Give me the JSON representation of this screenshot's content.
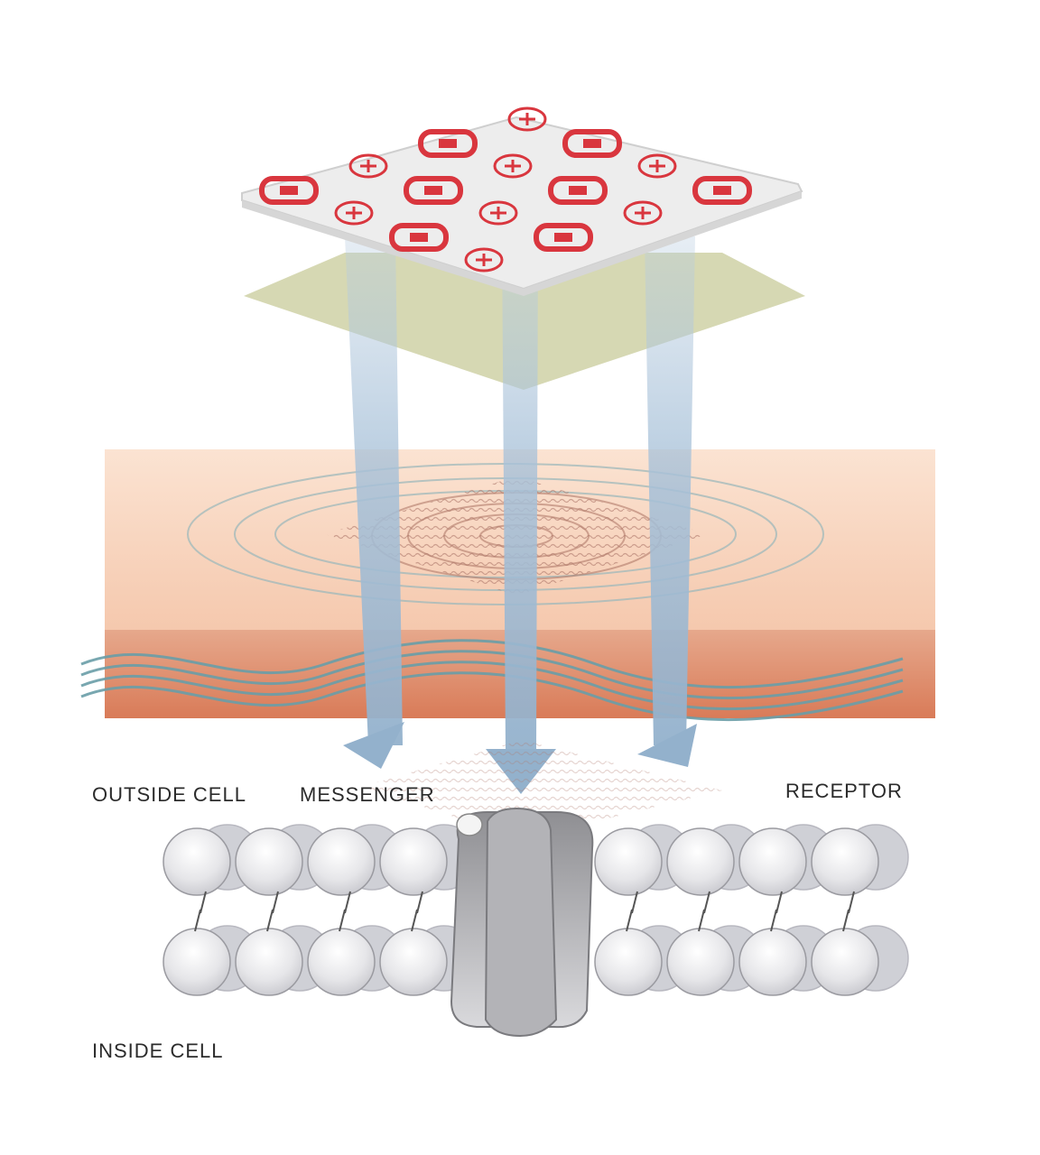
{
  "labels": {
    "outside_cell": "OUTSIDE CELL",
    "messenger": "MESSENGER",
    "receptor": "RECEPTOR",
    "inside_cell": "INSIDE CELL"
  },
  "colors": {
    "patch_surface": "#f2f2f2",
    "patch_mark": "#d9363e",
    "adhesive_layer": "#c9cc9a",
    "skin_top": "#f8d9c4",
    "skin_bottom": "#dd7f5e",
    "arrow": "#9db7cf",
    "wave": "#6a9ea8",
    "membrane": "#d8d8dc",
    "receptor": "#9a9a9a"
  },
  "icons": {
    "patch_mark": "plus-in-circle and S logo pattern"
  }
}
